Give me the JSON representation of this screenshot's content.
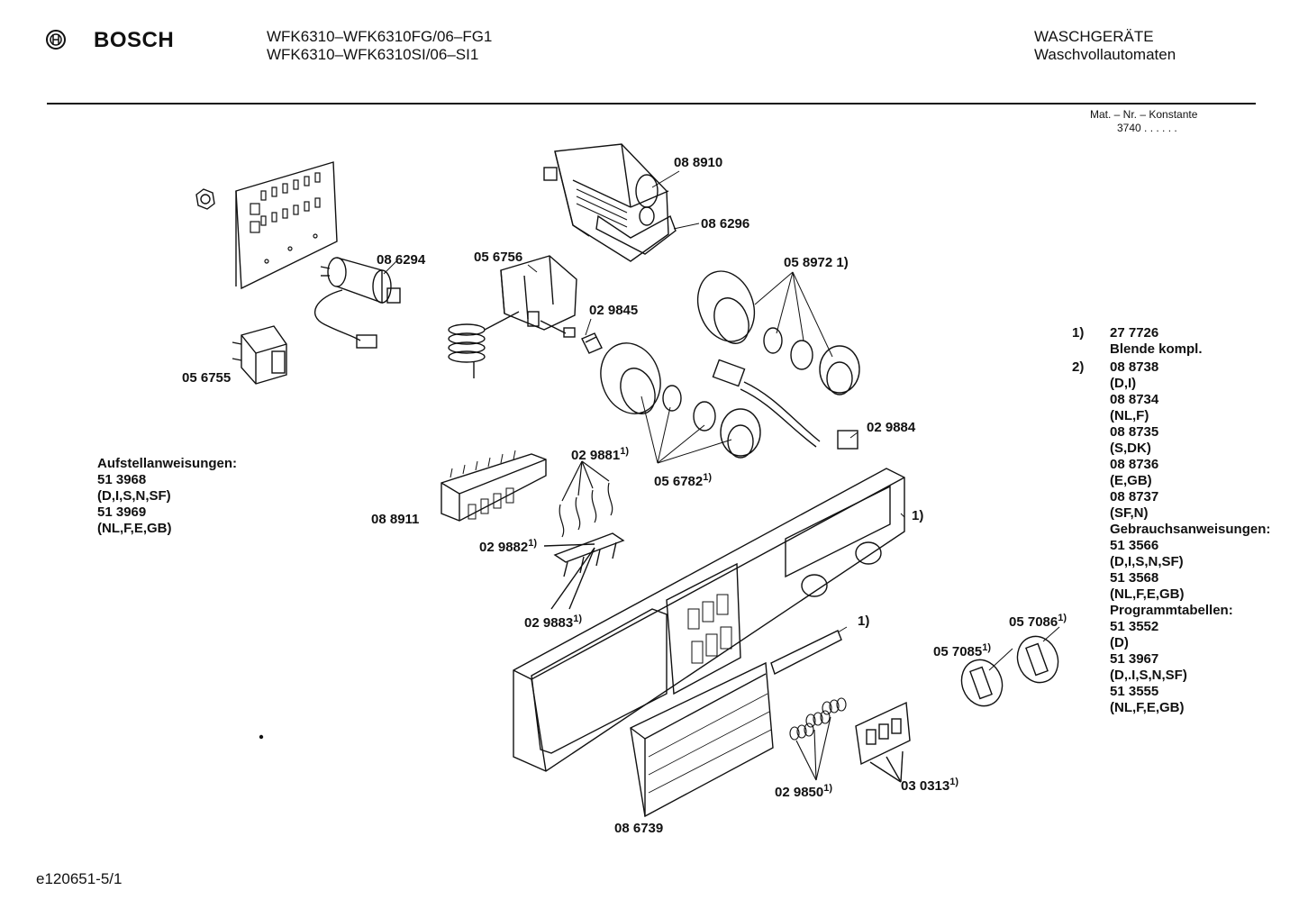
{
  "header": {
    "brand": "BOSCH",
    "model_line1": "WFK6310–WFK6310FG/06–FG1",
    "model_line2": "WFK6310–WFK6310SI/06–SI1",
    "category1": "WASCHGERÄTE",
    "category2": "Waschvollautomaten",
    "mat_label": "Mat. – Nr. – Konstante",
    "mat_value": "3740  .  .   .  .  .  ."
  },
  "parts": {
    "p088910": "08 8910",
    "p086296": "08 6296",
    "p086294": "08 6294",
    "p056756": "05 6756",
    "p029845": "02 9845",
    "p058972": "05 8972",
    "p058972_note": "1)",
    "p056755": "05 6755",
    "p029884": "02 9884",
    "p029881": "02 9881",
    "p029881_note": "1)",
    "p056782": "05 6782",
    "p056782_note": "1)",
    "p088911": "08 8911",
    "p029882": "02 9882",
    "p029882_note": "1)",
    "p029883": "02 9883",
    "p029883_note": "1)",
    "panel_note": "1)",
    "strip_note": "1)",
    "p057086": "05 7086",
    "p057086_note": "1)",
    "p057085": "05 7085",
    "p057085_note": "1)",
    "p029850": "02 9850",
    "p029850_note": "1)",
    "p030313": "03 0313",
    "p030313_note": "1)",
    "p086739": "08 6739"
  },
  "aufstell": {
    "title": "Aufstellanweisungen:",
    "lines": [
      "51 3968",
      "(D,I,S,N,SF)",
      "51 3969",
      "(NL,F,E,GB)"
    ]
  },
  "notes": {
    "n1_marker": "1)",
    "n1_lines": [
      "27 7726",
      "Blende kompl."
    ],
    "n2_marker": "2)",
    "n2_lines": [
      "08 8738",
      "(D,I)",
      "08 8734",
      "(NL,F)",
      "08 8735",
      "(S,DK)",
      "08 8736",
      "(E,GB)",
      "08 8737",
      "(SF,N)",
      "Gebrauchsanweisungen:",
      "51 3566",
      "(D,I,S,N,SF)",
      "51 3568",
      "(NL,F,E,GB)",
      "Programmtabellen:",
      "51 3552",
      "(D)",
      "51 3967",
      "(D,.I,S,N,SF)",
      "51 3555",
      "(NL,F,E,GB)"
    ]
  },
  "footer": {
    "code": "e120651-5/1"
  }
}
